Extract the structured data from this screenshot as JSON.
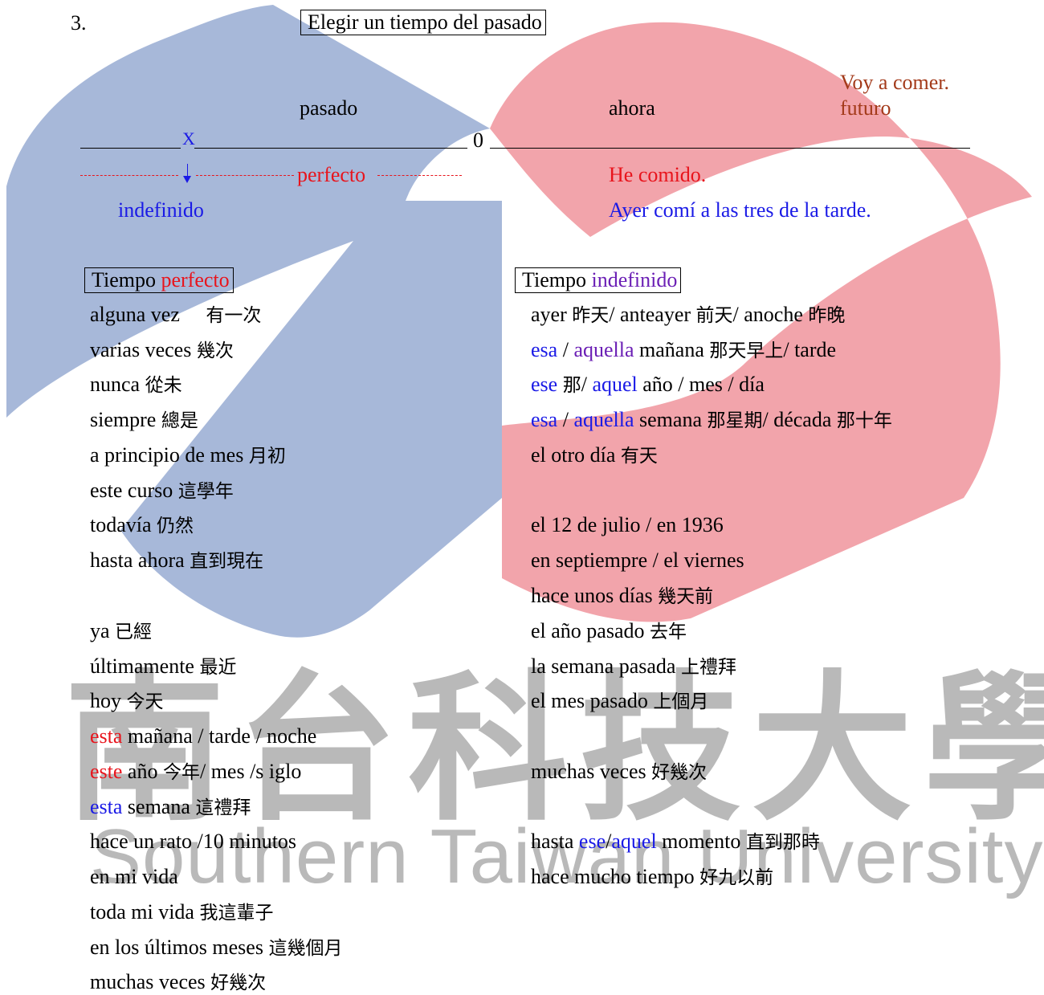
{
  "header": {
    "number": "3.",
    "title": "Elegir un tiempo del pasado"
  },
  "timeline": {
    "pasado": "pasado",
    "ahora": "ahora",
    "future_example": "Voy a comer.",
    "futuro": "futuro",
    "x_mark": "X",
    "zero_mark": "0",
    "perfecto_label": "perfecto",
    "indefinido_label": "indefinido",
    "he_comido": "He comido.",
    "ayer_example": "Ayer comí a las tres de la tarde."
  },
  "perfect": {
    "heading_a": "Tiempo",
    "heading_b": "perfecto",
    "items": [
      {
        "es": "alguna vez",
        "zh": "有一次"
      },
      {
        "es": "varias veces",
        "zh": "幾次"
      },
      {
        "es": "nunca",
        "zh": "從未"
      },
      {
        "es": "siempre",
        "zh": "總是"
      },
      {
        "es": "a principio de mes",
        "zh": "月初"
      },
      {
        "es": "este curso",
        "zh": "這學年"
      },
      {
        "es": "todavía",
        "zh": "仍然"
      },
      {
        "es": "hasta ahora",
        "zh": "直到現在"
      }
    ],
    "items2": [
      {
        "es": "ya",
        "zh": "已經"
      },
      {
        "es": "últimamente",
        "zh": "最近"
      },
      {
        "es": "hoy",
        "zh": "今天"
      }
    ],
    "esta_manana_a": "esta",
    "esta_manana_b": "mañana / tarde / noche",
    "este_ano_a": "este",
    "este_ano_b": "año",
    "este_ano_zh": "今年",
    "este_ano_c": "/ mes /s iglo",
    "esta_semana_a": "esta",
    "esta_semana_b": "semana",
    "esta_semana_zh": "這禮拜",
    "items3": [
      {
        "es": "hace un rato /10 minutos",
        "zh": ""
      },
      {
        "es": "en mi vida",
        "zh": ""
      },
      {
        "es": "toda mi vida",
        "zh": "我這輩子"
      },
      {
        "es": "en los últimos meses",
        "zh": "這幾個月"
      },
      {
        "es": "muchas veces",
        "zh": "好幾次"
      }
    ]
  },
  "indefinite": {
    "heading_a": "Tiempo",
    "heading_b": "indefinido",
    "ayer_line": {
      "p1": "ayer",
      "z1": "昨天",
      "p2": "/ anteayer",
      "z2": "前天",
      "p3": "/ anoche",
      "z3": "昨晚"
    },
    "esa_manana": {
      "a": "esa",
      "b": "/",
      "c": "aquella",
      "d": "mañana",
      "zh": "那天早上",
      "e": "/ tarde"
    },
    "ese_ano": {
      "a": "ese",
      "zh1": "那",
      "b": "/",
      "c": "aquel",
      "d": "año / mes / día"
    },
    "esa_semana": {
      "a": "esa",
      "b": "/",
      "c": "aquella",
      "d": "semana",
      "zh1": "那星期",
      "e": "/ década",
      "zh2": "那十年"
    },
    "otro_dia": {
      "es": "el otro día",
      "zh": "有天"
    },
    "items": [
      {
        "es": "el 12 de julio / en 1936",
        "zh": ""
      },
      {
        "es": "en septiempre / el viernes",
        "zh": ""
      },
      {
        "es": "hace unos días",
        "zh": "幾天前"
      },
      {
        "es": "el año pasado",
        "zh": "去年"
      },
      {
        "es": "la semana pasada",
        "zh": "上禮拜"
      },
      {
        "es": "el mes pasado",
        "zh": "上個月"
      }
    ],
    "muchas_veces": {
      "es": "muchas veces",
      "zh": "好幾次"
    },
    "hasta_ese": {
      "a": "hasta",
      "b": "ese",
      "c": "/",
      "d": "aquel",
      "e": "momento",
      "zh": "直到那時"
    },
    "hace_mucho": {
      "es": "hace mucho tiempo",
      "zh": "好九以前"
    }
  },
  "watermark": {
    "cjk": "南台科技大學",
    "latin": "Southern Taiwan University"
  },
  "colors": {
    "logo_blue": "#a7b8d9",
    "logo_red": "#f2a4ab",
    "red_text": "#e8141c",
    "blue_text": "#1a1ae6",
    "purple_text": "#6b1fb5",
    "brown_text": "#a33a1a"
  }
}
